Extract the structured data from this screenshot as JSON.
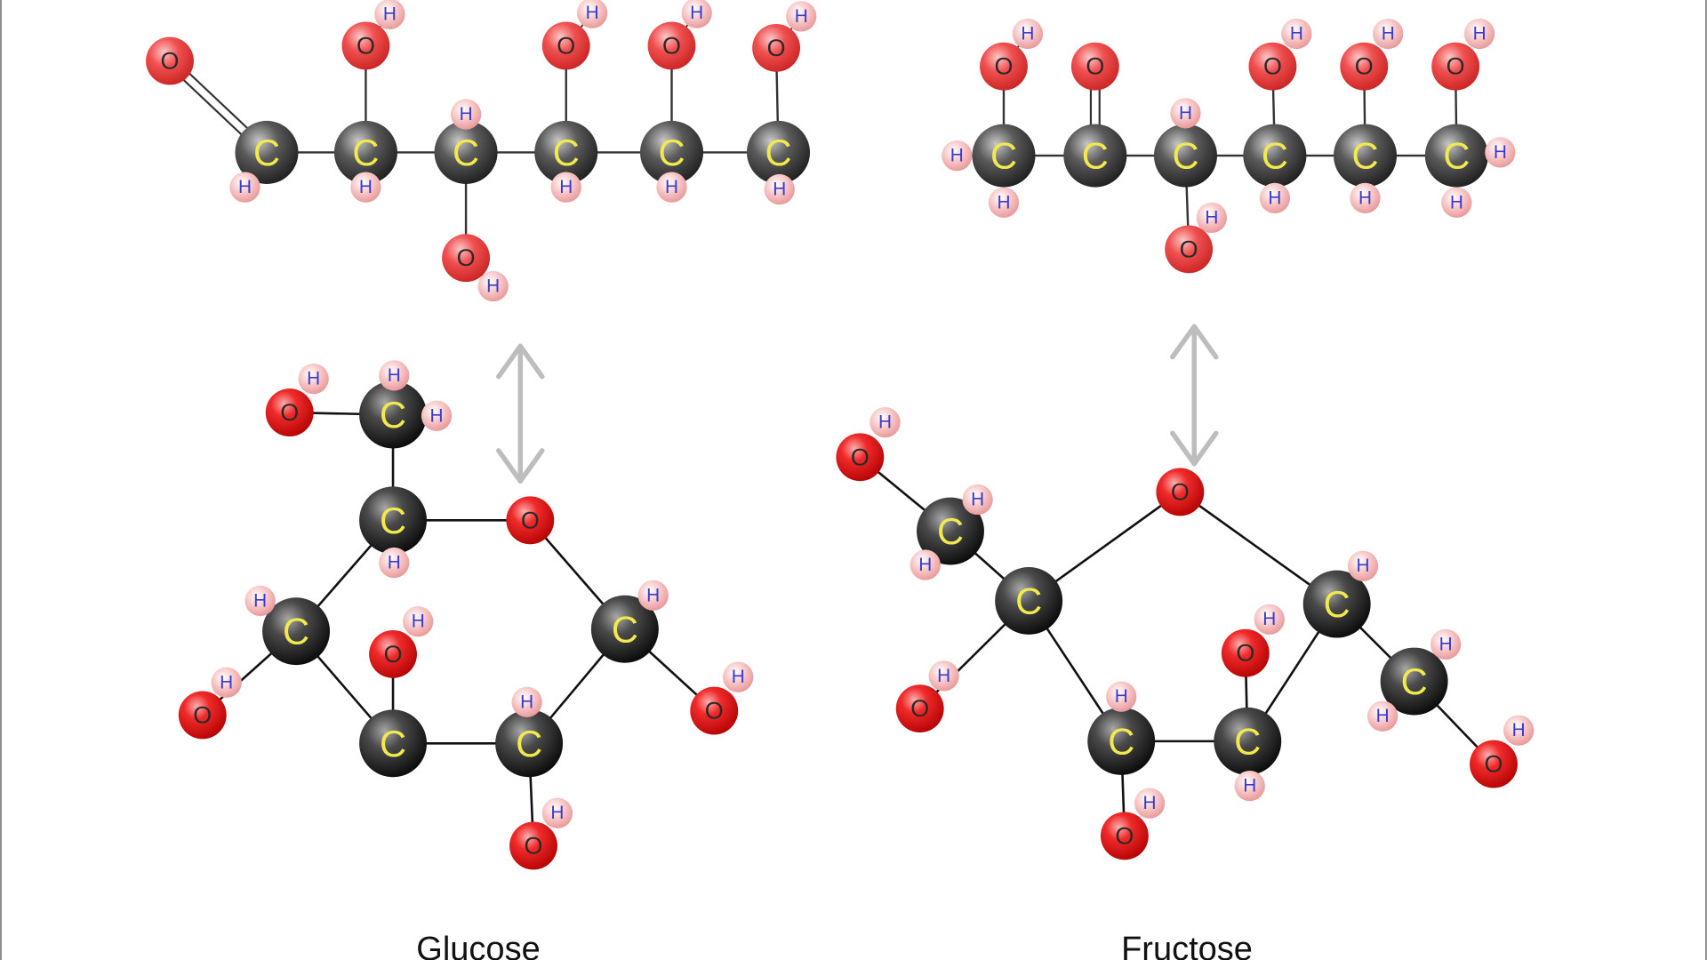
{
  "captions": {
    "left": "Glucose",
    "right": "Fructose"
  },
  "atom_labels": {
    "carbon": "C",
    "oxygen": "O",
    "hydrogen": "H"
  },
  "colors": {
    "carbon_fill": "#2b2b2b",
    "carbon_highlight": "#9a9a9a",
    "carbon_label": "#f2e94e",
    "oxygen_fill": "#e01b1b",
    "oxygen_highlight": "#ff8a8a",
    "oxygen_label": "#2a2a2a",
    "hydrogen_fill": "#f4a8a8",
    "hydrogen_label": "#3a3ad0",
    "bond": "#111111",
    "arrow": "#bdbdbd",
    "caption_text": "#111111"
  },
  "molecules": [
    {
      "name": "glucose-open-chain",
      "form": "open-chain",
      "caption": "left"
    },
    {
      "name": "glucose-ring",
      "form": "pyranose-ring",
      "caption": "left"
    },
    {
      "name": "fructose-open-chain",
      "form": "open-chain",
      "caption": "right"
    },
    {
      "name": "fructose-ring",
      "form": "furanose-ring",
      "caption": "right"
    }
  ],
  "arrows": [
    {
      "name": "glucose-equilibrium-arrow",
      "icon": "double-headed-arrow-icon"
    },
    {
      "name": "fructose-equilibrium-arrow",
      "icon": "double-headed-arrow-icon"
    }
  ]
}
